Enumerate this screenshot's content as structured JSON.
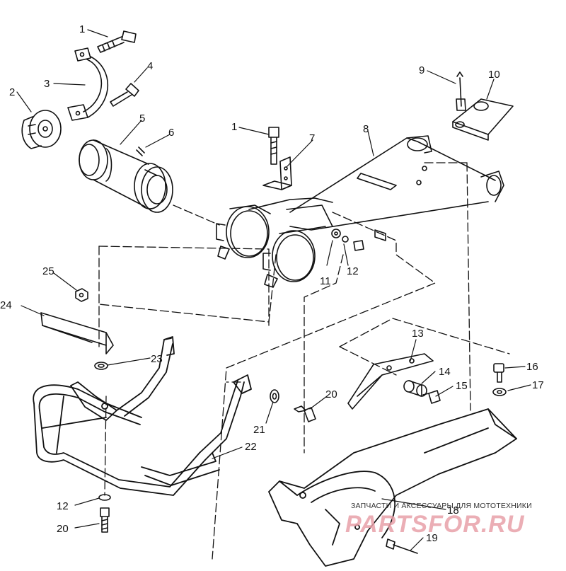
{
  "diagram": {
    "callouts": {
      "c1a": "1",
      "c1b": "1",
      "c2": "2",
      "c3": "3",
      "c4": "4",
      "c5": "5",
      "c6": "6",
      "c7": "7",
      "c8": "8",
      "c9": "9",
      "c10": "10",
      "c11": "11",
      "c12a": "12",
      "c12b": "12",
      "c13": "13",
      "c14": "14",
      "c15": "15",
      "c16": "16",
      "c17": "17",
      "c18": "18",
      "c19": "19",
      "c20a": "20",
      "c20b": "20",
      "c21": "21",
      "c22": "22",
      "c23": "23",
      "c24": "24",
      "c25": "25"
    }
  },
  "watermark": {
    "text_ru": "ЗАПЧАСТИ И АКСЕССУАРЫ ДЛЯ МОТОТЕХНИКИ",
    "brand": "PARTSFOR.RU",
    "color": "#e8a0a8"
  },
  "colors": {
    "ink": "#111111",
    "background": "#ffffff"
  }
}
